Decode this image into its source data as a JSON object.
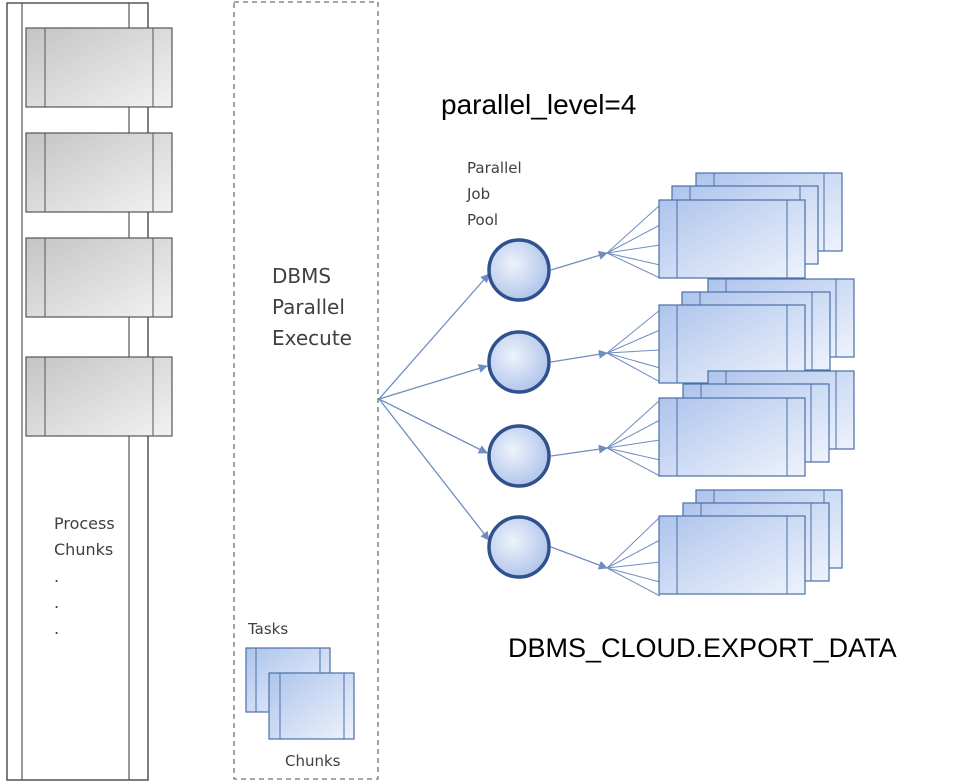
{
  "labels": {
    "parallel_level": "parallel_level=4",
    "pool": [
      "Parallel",
      "Job",
      "Pool"
    ],
    "dbms": [
      "DBMS",
      "Parallel",
      "Execute"
    ],
    "process": [
      "Process",
      "Chunks"
    ],
    "dots": [
      ".",
      ".",
      "."
    ],
    "tasks": "Tasks",
    "chunks": "Chunks",
    "export": "DBMS_CLOUD.EXPORT_DATA"
  },
  "colors": {
    "line": "#6f8ec0",
    "node_stroke": "#2f528f",
    "stack_stroke": "#4a6fa8",
    "box_stroke": "#555555",
    "dashed": "#707070"
  }
}
